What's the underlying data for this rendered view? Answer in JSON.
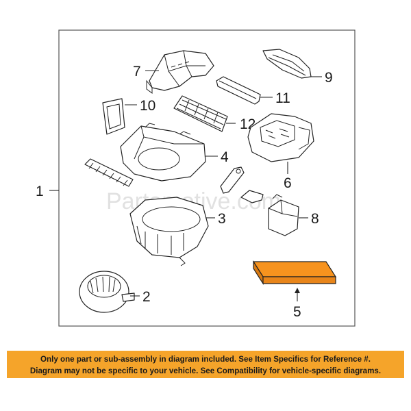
{
  "diagram": {
    "callouts": {
      "c1": "1",
      "c2": "2",
      "c3": "3",
      "c4": "4",
      "c5": "5",
      "c6": "6",
      "c7": "7",
      "c8": "8",
      "c9": "9",
      "c10": "10",
      "c11": "11",
      "c12": "12"
    },
    "watermark": "Partomotive.com",
    "highlight_color": "#f7931e"
  },
  "notice": {
    "line1": "Only one part or sub-assembly in diagram included. See Item Specifics for Reference #.",
    "line2": "Diagram may not be specific to your vehicle. See Compatibility for vehicle-specific diagrams.",
    "background": "#f5a42a"
  }
}
